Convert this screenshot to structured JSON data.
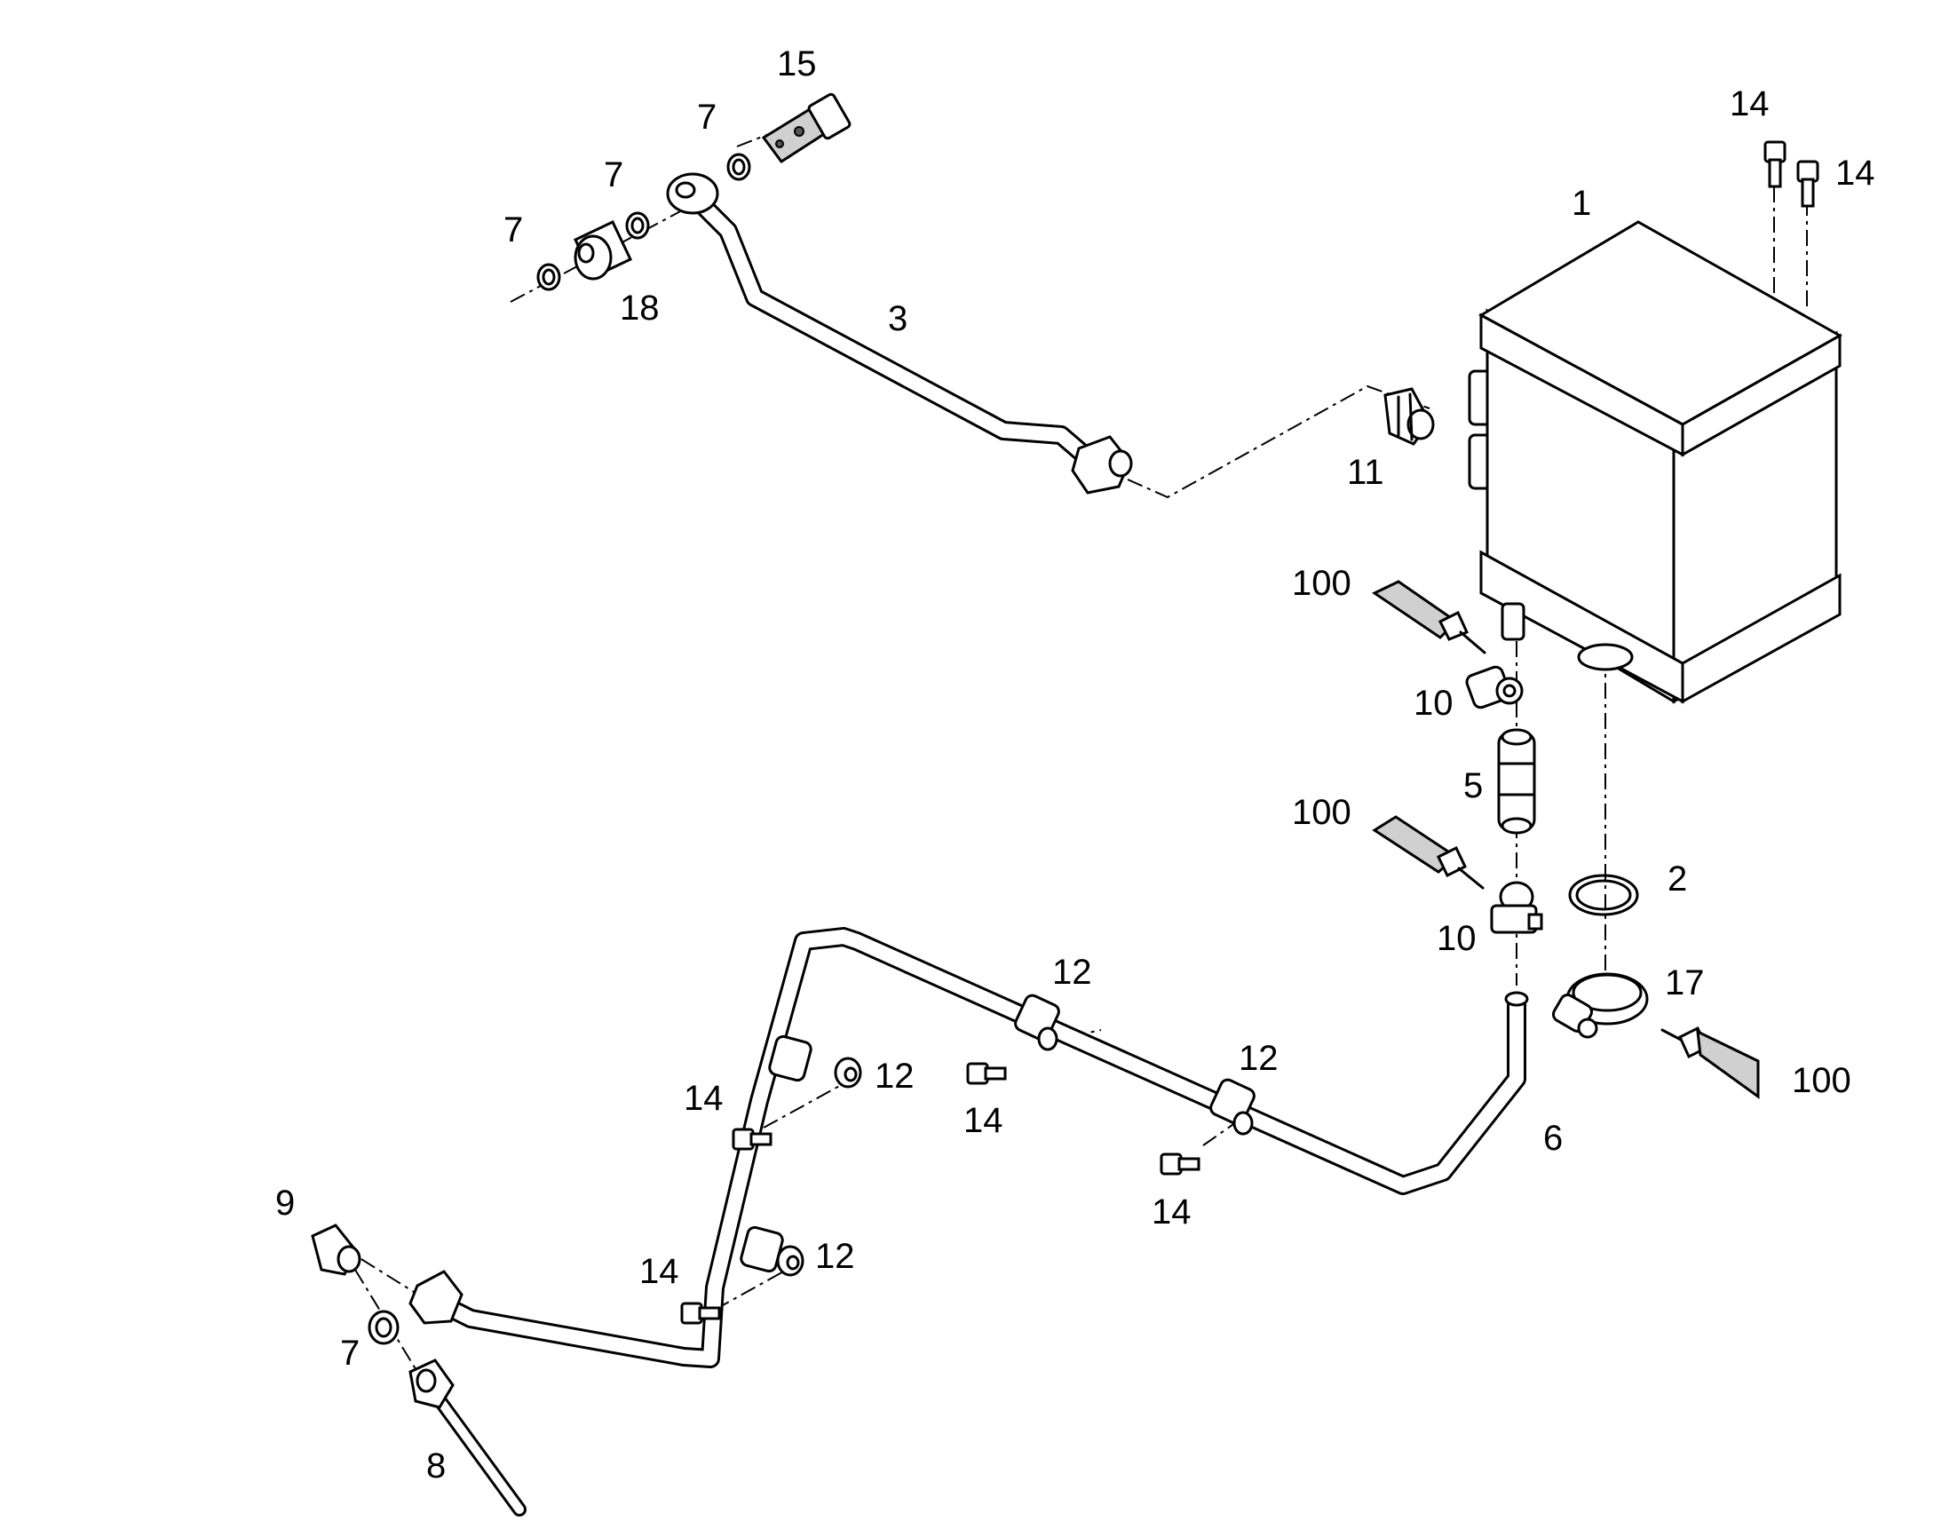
{
  "callouts": {
    "c1": "1",
    "c2": "2",
    "c3": "3",
    "c5": "5",
    "c6": "6",
    "c7": "7",
    "c8": "8",
    "c9": "9",
    "c10": "10",
    "c11": "11",
    "c12": "12",
    "c14": "14",
    "c15": "15",
    "c17": "17",
    "c18": "18",
    "c100": "100"
  }
}
